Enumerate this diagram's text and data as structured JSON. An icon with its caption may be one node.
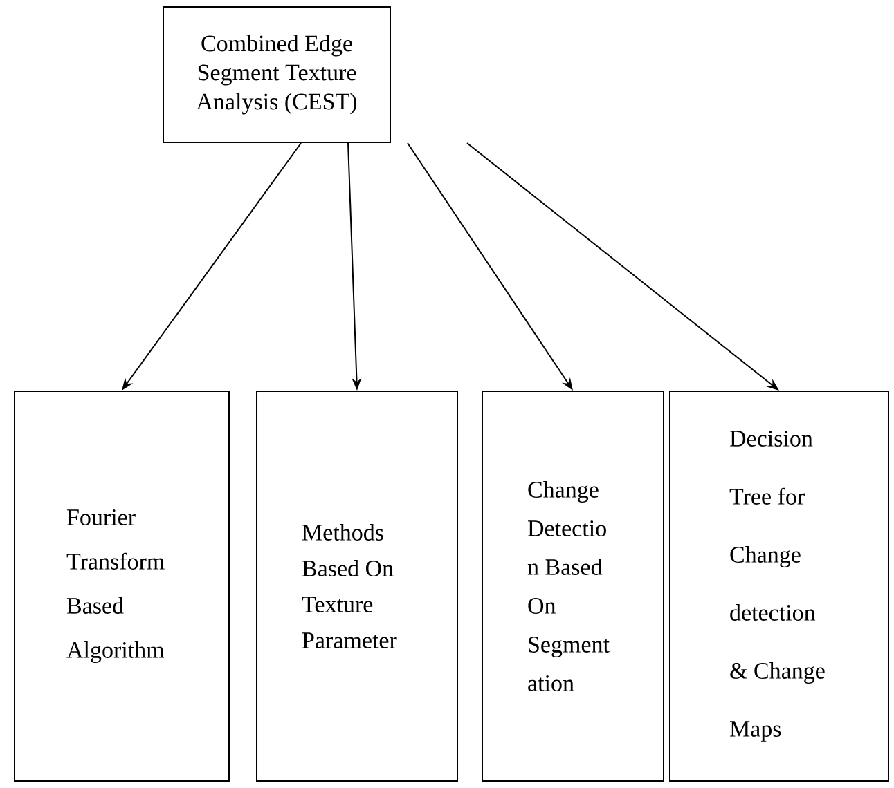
{
  "diagram": {
    "nodes": [
      {
        "text": [
          "Combined Edge Segment Texture Analysis (CEST)"
        ]
      },
      {
        "text": [
          "Fourier Transform Based Algorithm"
        ]
      },
      {
        "text": [
          "Methods Based On Texture Parameter"
        ]
      },
      {
        "text": [
          "Change Detectio n Based On Segment ation"
        ]
      },
      {
        "text": [
          "Decision Tree for Change detection & Change Maps"
        ]
      }
    ],
    "edges": [
      {
        "from": 0,
        "to": 1,
        "arrow": "to"
      },
      {
        "from": 0,
        "to": 2,
        "arrow": "to"
      },
      {
        "from": 0,
        "to": 3,
        "arrow": "to"
      },
      {
        "from": 0,
        "to": 4,
        "arrow": "to"
      }
    ]
  }
}
